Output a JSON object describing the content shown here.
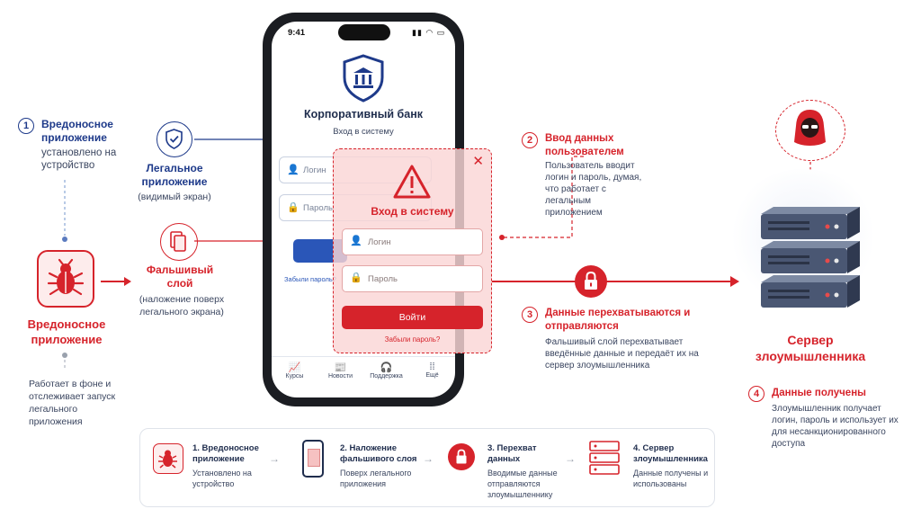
{
  "phone": {
    "time": "9:41",
    "bank_title": "Корпоративный банк",
    "bank_subtitle": "Вход в систему",
    "login_placeholder": "Логин",
    "password_placeholder": "Пароль",
    "forgot_link": "Забыли пароль?",
    "tabs": [
      "Курсы",
      "Новости",
      "Поддержка",
      "Ещё"
    ]
  },
  "overlay": {
    "title": "Вход в систему",
    "login_placeholder": "Логин",
    "password_placeholder": "Пароль",
    "submit_label": "Войти",
    "forgot_link": "Забыли пароль?"
  },
  "left": {
    "step1_num": "1",
    "step1_title": "Вредоносное приложение",
    "step1_desc": "установлено на устройство",
    "malware_title": "Вредоносное приложение",
    "malware_desc": "Работает в фоне и отслеживает запуск легального приложения",
    "legit_title": "Легальное приложение",
    "legit_desc": "(видимый экран)",
    "fake_title": "Фальшивый слой",
    "fake_desc": "(наложение поверх легального экрана)"
  },
  "right": {
    "step2_num": "2",
    "step2_title": "Ввод данных пользователем",
    "step2_desc": "Пользователь вводит логин и пароль, думая, что работает с легальным приложением",
    "step3_num": "3",
    "step3_title": "Данные перехватываются и отправляются",
    "step3_desc": "Фальшивый слой перехватывает введённые данные и передаёт их на сервер злоумышленника",
    "server_title": "Сервер злоумышленника",
    "step4_num": "4",
    "step4_title": "Данные получены",
    "step4_desc": "Злоумышленник получает логин, пароль и использует их для несанкционированного доступа"
  },
  "summary": [
    {
      "title": "1. Вредоносное приложение",
      "desc": "Установлено на устройство"
    },
    {
      "title": "2. Наложение фальшивого слоя",
      "desc": "Поверх легального приложения"
    },
    {
      "title": "3. Перехват данных",
      "desc": "Вводимые данные отправляются злоумышленнику"
    },
    {
      "title": "4. Сервер злоумышленника",
      "desc": "Данные получены и использованы"
    }
  ],
  "colors": {
    "accent_red": "#d6232b",
    "accent_blue": "#1e3a8a"
  }
}
